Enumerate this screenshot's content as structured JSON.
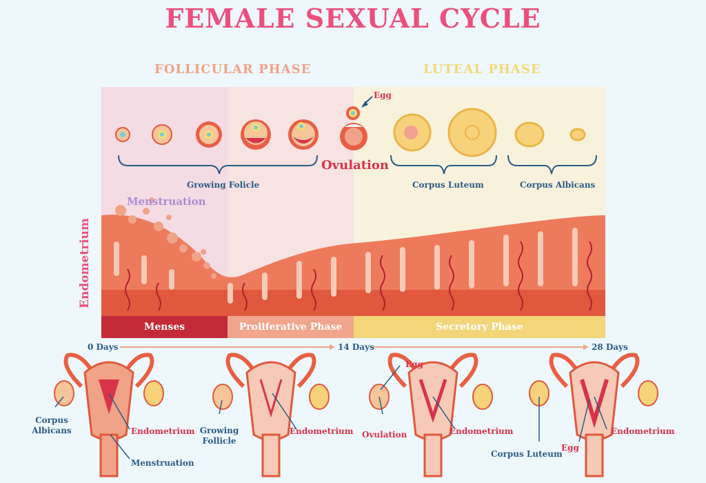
{
  "title": "FEMALE SEXUAL CYCLE",
  "phases": {
    "follicular": "FOLLICULAR PHASE",
    "luteal": "LUTEAL PHASE"
  },
  "labels": {
    "egg": "Egg",
    "ovulation": "Ovulation",
    "growing_folicle": "Growing Folicle",
    "corpus_luteum": "Corpus Luteum",
    "corpus_albicans": "Corpus Albicans",
    "menstruation": "Menstruation",
    "endometrium_axis": "Endometrium"
  },
  "bars": {
    "menses": "Menses",
    "proliferative": "Proliferative Phase",
    "secretory": "Secretory Phase"
  },
  "timeline": {
    "start": "0 Days",
    "mid": "14 Days",
    "end": "28 Days"
  },
  "anatomy": [
    {
      "left_label": "Corpus\nAlbicans",
      "right_label": "Endometrium",
      "bottom_label": "Menstruation"
    },
    {
      "left_label": "Growing\nFollicle",
      "right_label": "Endometrium"
    },
    {
      "top_label": "Egg",
      "left_label": "Ovulation",
      "right_label": "Endometrium"
    },
    {
      "left_label": "Corpus Luteum",
      "mid_label": "Egg",
      "right_label": "Endometrium"
    }
  ],
  "colors": {
    "title": "#ec4f7e",
    "follicular": "#f0a387",
    "luteal": "#f2d877",
    "menses_bar": "#c42a37",
    "proliferative_bar": "#f0a58c",
    "secretory_bar": "#f3d57a",
    "label_blue": "#2a5b86",
    "label_red": "#d8334a"
  }
}
